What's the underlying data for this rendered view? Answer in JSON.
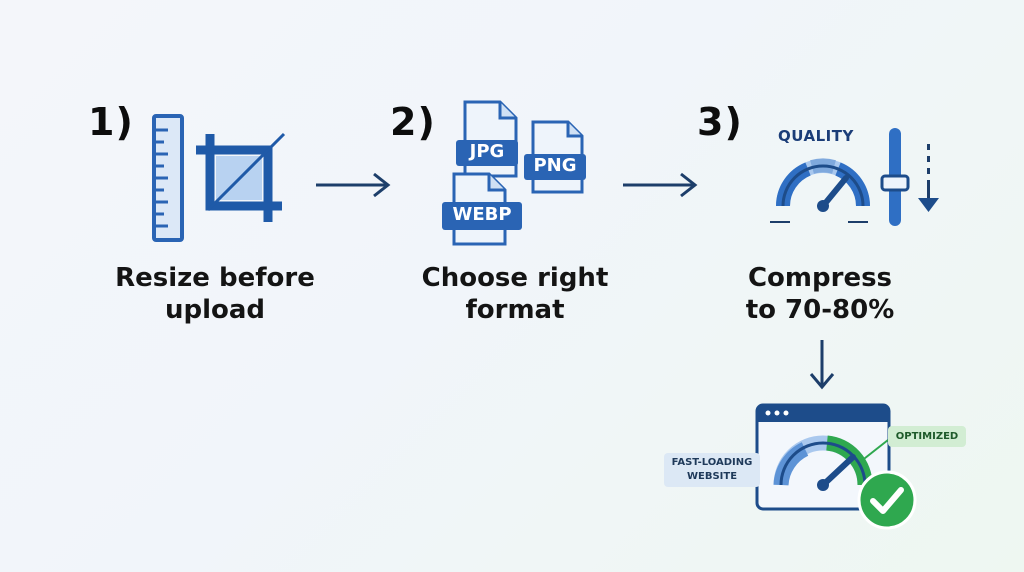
{
  "steps": [
    {
      "number": "1)",
      "caption_line1": "Resize before",
      "caption_line2": "upload"
    },
    {
      "number": "2)",
      "caption_line1": "Choose right",
      "caption_line2": "format"
    },
    {
      "number": "3)",
      "caption_line1": "Compress",
      "caption_line2": "to 70-80%"
    }
  ],
  "formats": {
    "jpg": "JPG",
    "png": "PNG",
    "webp": "WEBP"
  },
  "quality_label": "QUALITY",
  "result": {
    "fast_line1": "FAST-LOADING",
    "fast_line2": "WEBSITE",
    "optimized": "OPTIMIZED"
  },
  "colors": {
    "primary": "#2f6fc4",
    "dark": "#1d4c8a",
    "light": "#a9c8ee",
    "green": "#2fa84f",
    "green_light": "#42b95c"
  },
  "icons": [
    "ruler-icon",
    "crop-icon",
    "arrow-right-icon",
    "file-icon",
    "gauge-icon",
    "slider-icon",
    "arrow-down-icon",
    "browser-window-icon",
    "checkmark-icon"
  ]
}
